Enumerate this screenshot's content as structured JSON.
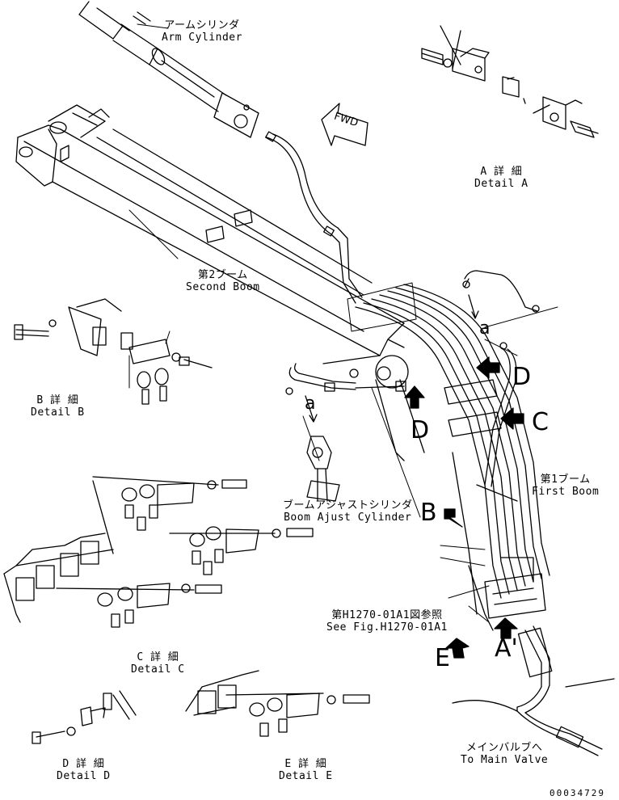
{
  "labels": {
    "arm_cylinder": {
      "jp": "アームシリンダ",
      "en": "Arm Cylinder"
    },
    "detail_a": {
      "jp": "A 詳 細",
      "en": "Detail A"
    },
    "second_boom": {
      "jp": "第2ブーム",
      "en": "Second Boom"
    },
    "detail_b": {
      "jp": "B 詳 細",
      "en": "Detail B"
    },
    "first_boom": {
      "jp": "第1ブーム",
      "en": "First Boom"
    },
    "boom_adjust_cylinder": {
      "jp": "ブームアジャストシリンダ",
      "en": "Boom Ajust Cylinder"
    },
    "see_fig": {
      "jp": "第H1270-01A1図参照",
      "en": "See Fig.H1270-01A1"
    },
    "detail_c": {
      "jp": "C 詳 細",
      "en": "Detail C"
    },
    "detail_d": {
      "jp": "D 詳 細",
      "en": "Detail D"
    },
    "detail_e": {
      "jp": "E 詳 細",
      "en": "Detail E"
    },
    "to_main_valve": {
      "jp": "メインバルブへ",
      "en": "To Main Valve"
    }
  },
  "fwd": "FWD",
  "callouts": {
    "a1": "a",
    "a2": "a",
    "d1": "D",
    "d2": "D",
    "c": "C",
    "b": "B",
    "e": "E",
    "a_prime": "A'"
  },
  "drawing_number": "00034729"
}
